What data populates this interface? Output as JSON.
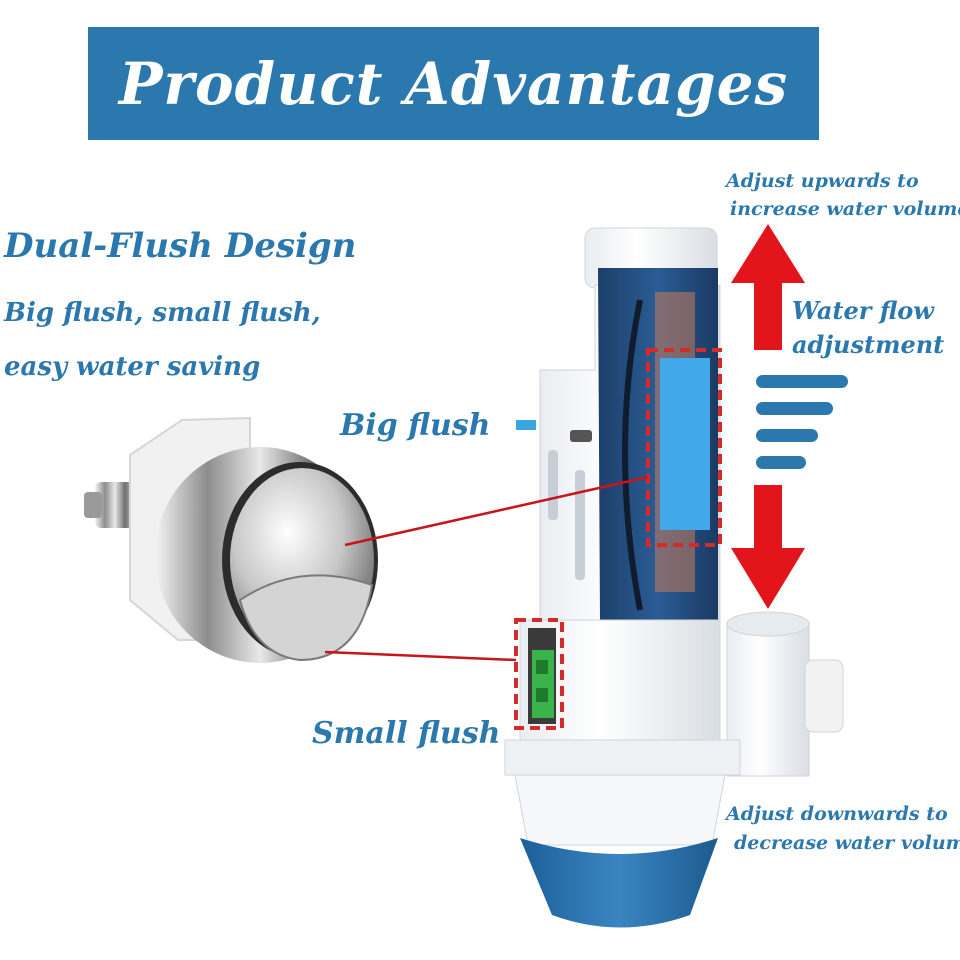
{
  "banner": {
    "title": "Product Advantages"
  },
  "feature": {
    "heading": "Dual-Flush Design",
    "line1": "Big flush, small flush,",
    "line2": "easy water saving"
  },
  "labels": {
    "big_flush": "Big flush",
    "small_flush": "Small flush"
  },
  "adjust_up": {
    "line1": "Adjust upwards to",
    "line2": "increase water volume"
  },
  "water_flow": {
    "line1": "Water flow",
    "line2": "adjustment"
  },
  "adjust_down": {
    "line1": "Adjust downwards to",
    "line2": "decrease water volume"
  },
  "colors": {
    "brand_blue": "#2a78ad",
    "arrow_red": "#e3151b",
    "leader_red": "#c8141b",
    "dash_red": "#d42a2a"
  }
}
